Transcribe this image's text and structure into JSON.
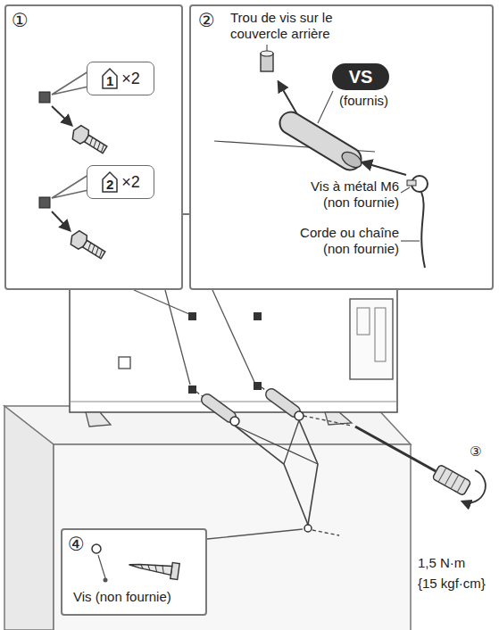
{
  "diagram": {
    "nodes": [
      {
        "text": [
          "①"
        ]
      },
      {
        "text": [
          "1",
          "×2"
        ],
        "in": 0
      },
      {
        "text": [
          "2",
          "×2"
        ],
        "in": 0
      },
      {
        "text": [
          "②",
          "Trou de vis sur le couvercle arrière",
          "(fournis)",
          "Vis à métal M6 (non fournie)",
          "Corde ou chaîne (non fournie)"
        ]
      },
      {
        "text": [
          "VS"
        ],
        "in": 3
      },
      {
        "text": [
          "④",
          "Vis (non fournie)"
        ]
      }
    ],
    "labels": [
      "③",
      "1,5 N·m",
      "{15 kgf·cm}"
    ]
  }
}
